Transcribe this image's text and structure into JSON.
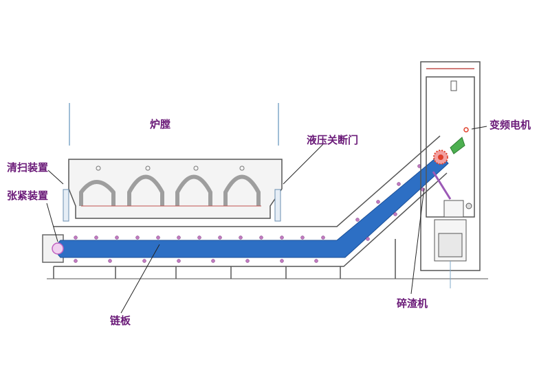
{
  "labels": {
    "furnace": "炉膛",
    "hydraulic_gate": "液压关断门",
    "cleaning_device": "清扫装置",
    "tensioning_device": "张紧装置",
    "chain_plate": "链板",
    "vfd_motor": "变频电机",
    "crusher": "碎渣机"
  },
  "colors": {
    "label_text": "#6a1a78",
    "belt": "#2d6fc4",
    "line": "#444444",
    "hopper": "#9e9e9e",
    "motor_mark": "#e0402a",
    "frame_red": "#c0504d"
  }
}
